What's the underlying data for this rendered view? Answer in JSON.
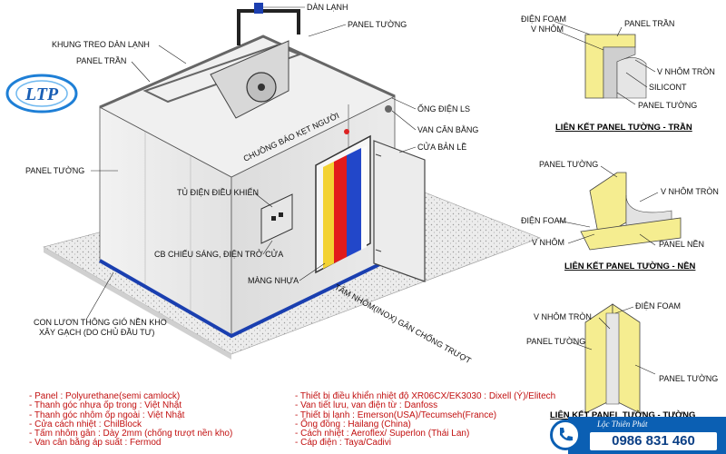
{
  "logo": {
    "text": "LTP"
  },
  "labels": {
    "dan_lanh": "DÀN LẠNH",
    "panel_tuong_top": "PANEL TƯỜNG",
    "khung_treo": "KHUNG TREO DÀN LẠNH",
    "panel_tran": "PANEL TRẦN",
    "ong_dien": "ỐNG ĐIỆN LS",
    "van_can_bang": "VAN CÂN BẰNG",
    "cua_ban_le": "CỬA BẢN LỀ",
    "chuong_bao": "CHUÔNG BÁO KẸT NGƯỜI",
    "panel_tuong_left": "PANEL TƯỜNG",
    "tu_dien": "TỦ ĐIỆN ĐIỀU KHIỂN",
    "cb_chieu_sang": "CB CHIẾU SÁNG, ĐIỆN TRỞ CỬA",
    "mang_nhua": "MÀNG NHỰA",
    "tam_nhom": "TẤM NHÔM(INOX) GÂN CHỐNG TRƯỢT",
    "con_luon_1": "CON LƯƠN THÔNG GIÓ NỀN KHO",
    "con_luon_2": "XÂY GẠCH (DO CHỦ ĐẦU TƯ)"
  },
  "details": [
    {
      "title": "LIÊN KẾT PANEL TƯỜNG - TRẦN",
      "labels": [
        "ĐIỆN FOAM",
        "V NHÔM",
        "PANEL TRẦN",
        "V NHÔM TRÒN",
        "SILICONT",
        "PANEL TƯỜNG"
      ]
    },
    {
      "title": "LIÊN KẾT PANEL TƯỜNG - NỀN",
      "labels": [
        "PANEL TƯỜNG",
        "V NHÔM TRÒN",
        "ĐIỆN FOAM",
        "V NHÔM",
        "PANEL NỀN"
      ]
    },
    {
      "title": "LIÊN KẾT PANEL TƯỜNG - TƯỜNG",
      "labels": [
        "ĐIỆN FOAM",
        "V NHÔM TRÒN",
        "PANEL TƯỜNG",
        "PANEL TƯỜNG"
      ]
    }
  ],
  "specs_left": [
    "- Panel   : Polyurethane(semi camlock)",
    "- Thanh góc nhựa ốp trong  : Việt Nhật",
    "- Thanh góc nhôm ốp ngoài  : Việt Nhật",
    "- Cửa cách nhiệt   : ChilBlock",
    "- Tấm nhôm gân   : Dày 2mm (chống trượt nền kho)",
    "- Van cân bằng áp suất   : Fermod"
  ],
  "specs_right": [
    "- Thiết bị điều khiển nhiệt độ XR06CX/EK3030 : Dixell (Ý)/Elitech",
    "- Van tiết lưu, van điện từ   : Danfoss",
    "- Thiết bị lạnh   : Emerson(USA)/Tecumseh(France)",
    "- Ống đồng   : Hailang (China)",
    "- Cách nhiệt   : Aeroflex/ Superlon (Thái Lan)",
    "- Cáp điện   : Taya/Cadivi"
  ],
  "footer": {
    "company": "Lộc Thiên Phát",
    "phone": "0986 831 460"
  },
  "colors": {
    "brand_blue": "#0b5fb3",
    "spec_red": "#c21010",
    "foam": "#f5ed90",
    "panel": "#e9e9e9"
  }
}
